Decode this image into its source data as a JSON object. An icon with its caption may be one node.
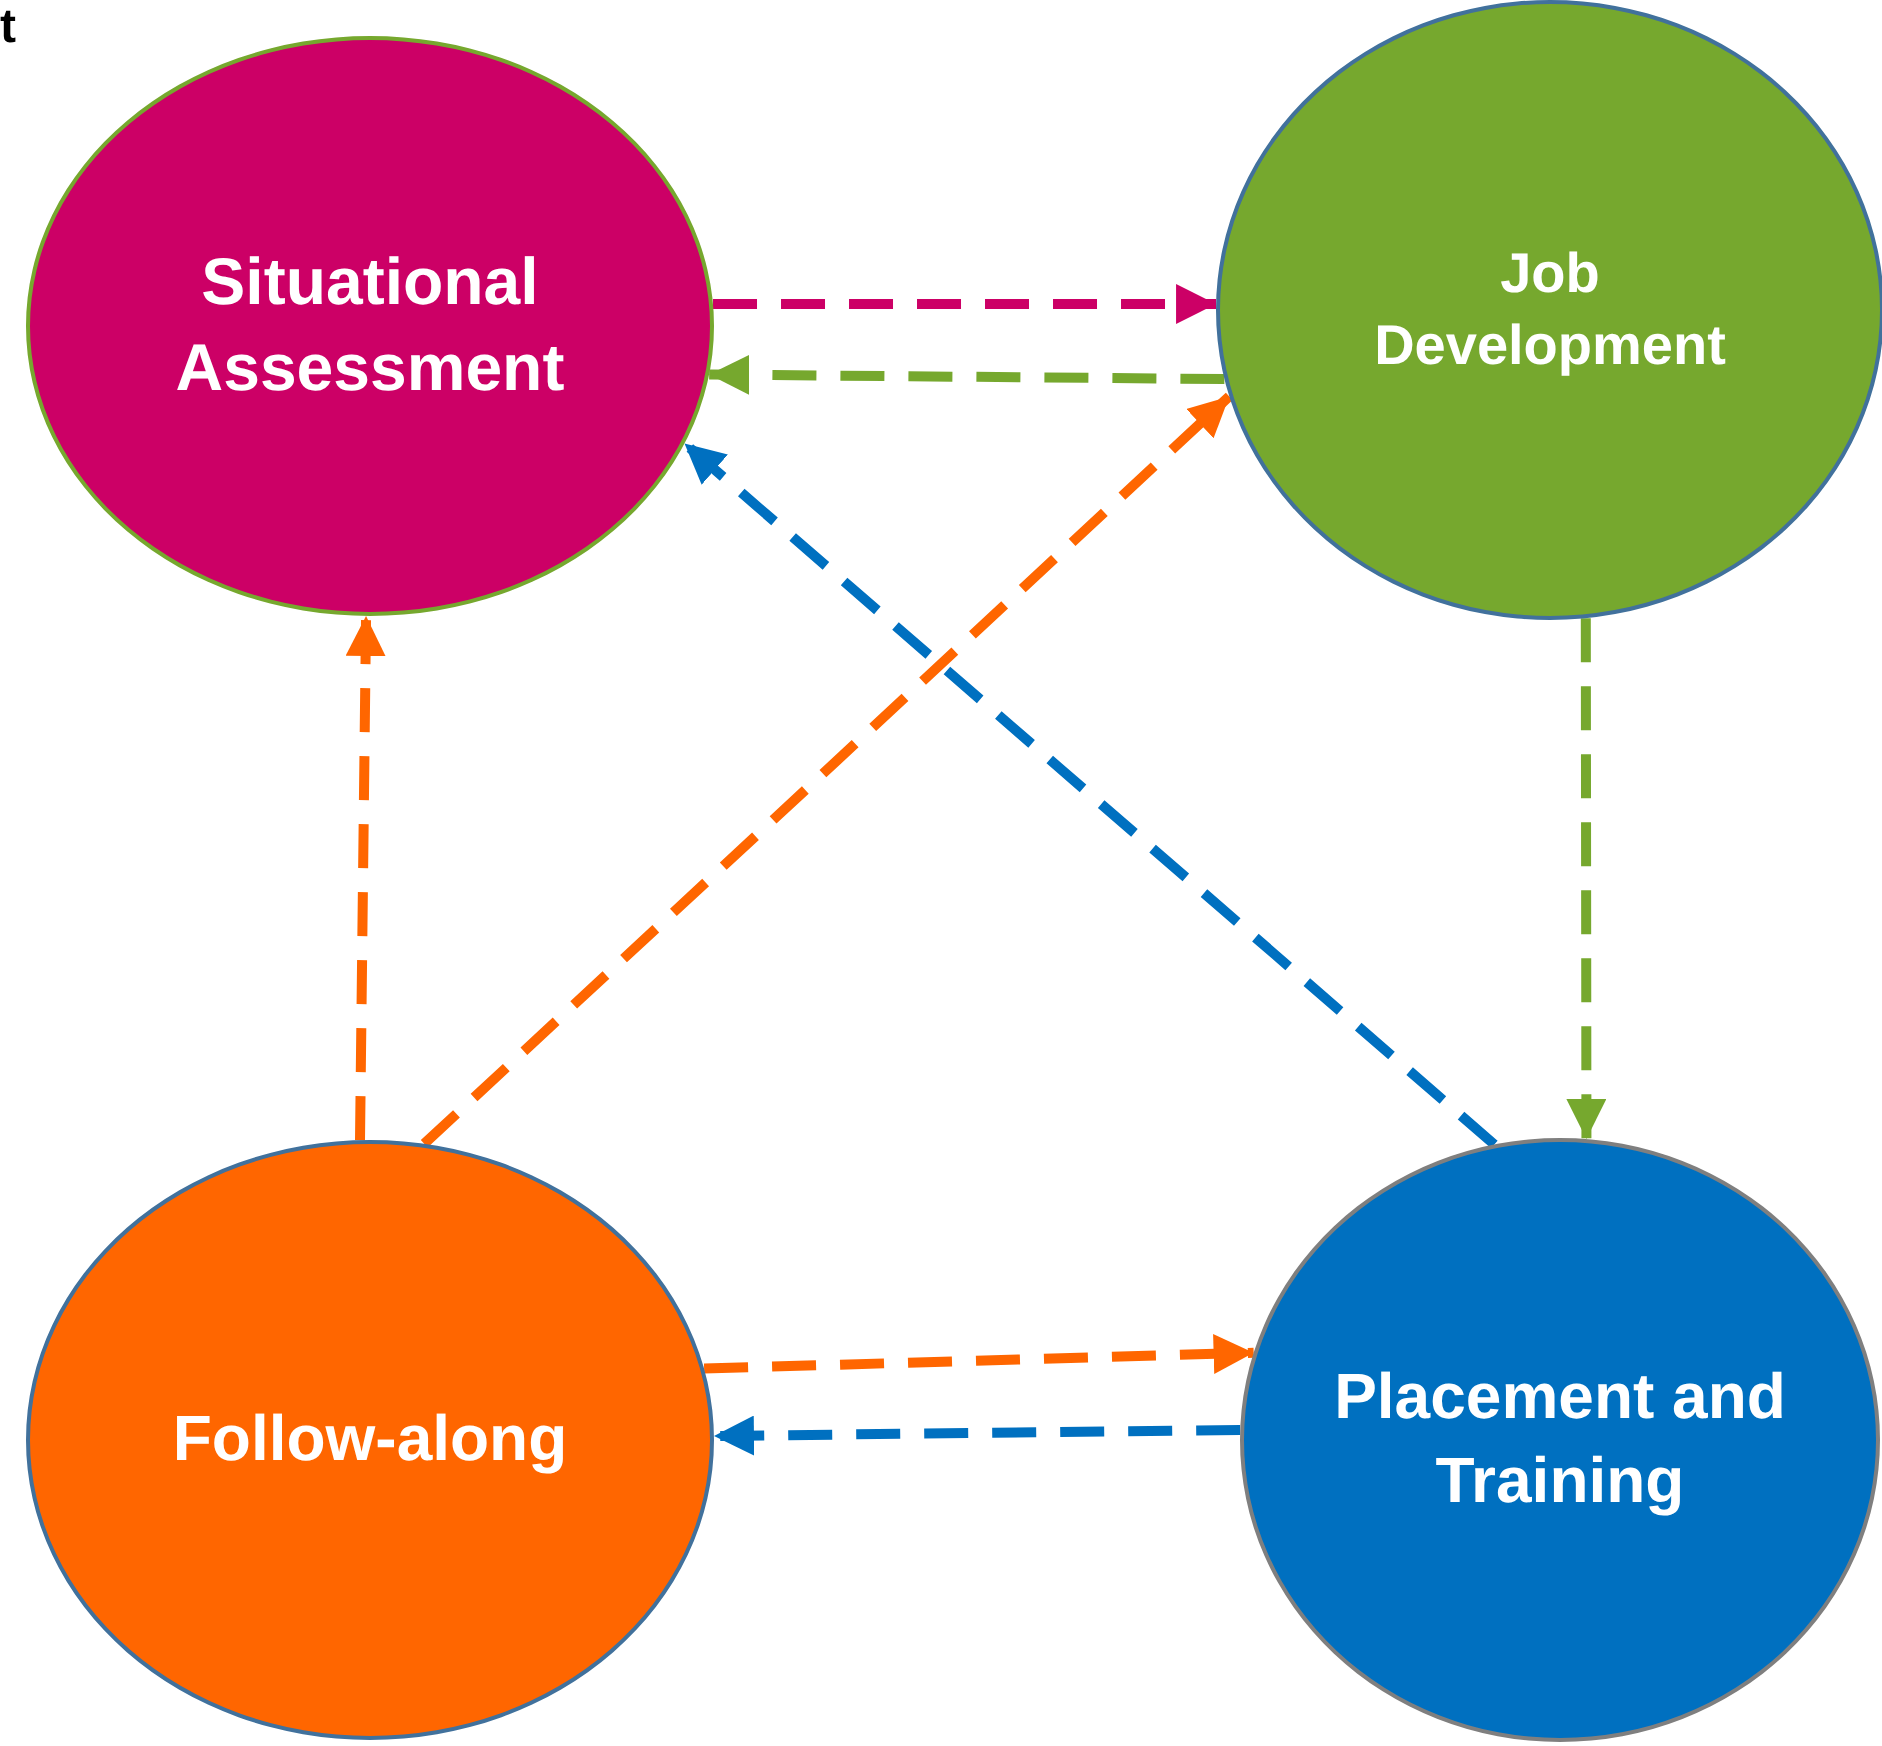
{
  "diagram": {
    "nodes": [
      {
        "text": [
          "Situational Assessment"
        ]
      },
      {
        "text": [
          "Job Development"
        ]
      },
      {
        "text": [
          "Follow-along"
        ]
      },
      {
        "text": [
          "Placement and Training"
        ]
      }
    ],
    "edges": [
      {
        "from": 0,
        "to": 1,
        "arrow": "to",
        "style": "dashed",
        "color": "#cc0066"
      },
      {
        "from": 1,
        "to": 0,
        "arrow": "to",
        "style": "dashed",
        "color": "#76a82e"
      },
      {
        "from": 1,
        "to": 3,
        "arrow": "to",
        "style": "dashed",
        "color": "#76a82e"
      },
      {
        "from": 3,
        "to": 0,
        "arrow": "to",
        "style": "dashed",
        "color": "#0070c0"
      },
      {
        "from": 2,
        "to": 0,
        "arrow": "to",
        "style": "dashed"
      },
      {
        "from": 2,
        "to": 1,
        "arrow": "to",
        "style": "dashed"
      },
      {
        "from": 2,
        "to": 3,
        "arrow": "to",
        "style": "dashed"
      },
      {
        "from": 3,
        "to": 2,
        "arrow": "to",
        "style": "dashed",
        "color": "#0070c0"
      }
    ],
    "labels": [
      "t"
    ]
  }
}
